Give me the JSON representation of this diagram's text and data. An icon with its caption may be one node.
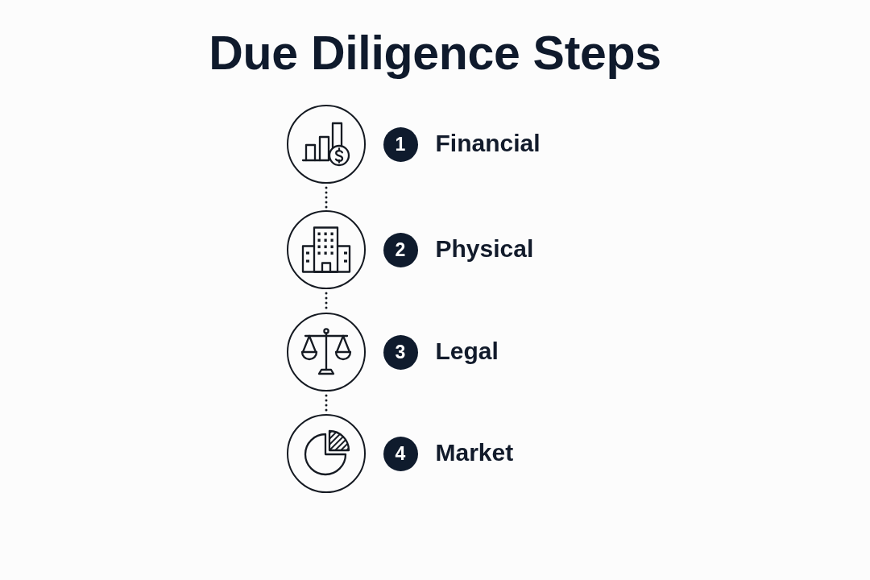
{
  "diagram": {
    "title": "Due Diligence Steps",
    "nodes": [
      {
        "text": [],
        "shape": "circle"
      },
      {
        "text": [
          "1"
        ],
        "beside": [
          "Financial"
        ]
      },
      {
        "text": [],
        "shape": "circle"
      },
      {
        "text": [
          "2"
        ],
        "beside": [
          "Physical"
        ]
      },
      {
        "text": [],
        "shape": "circle"
      },
      {
        "text": [
          "3"
        ],
        "beside": [
          "Legal"
        ]
      },
      {
        "text": [],
        "shape": "circle"
      },
      {
        "text": [
          "4"
        ],
        "beside": [
          "Market"
        ]
      }
    ],
    "edges": [
      {
        "from": 0,
        "to": 2,
        "arrow": "none",
        "style": "dashed"
      },
      {
        "from": 2,
        "to": 4,
        "arrow": "none",
        "style": "dashed"
      },
      {
        "from": 4,
        "to": 6,
        "arrow": "none",
        "style": "dashed"
      }
    ]
  }
}
